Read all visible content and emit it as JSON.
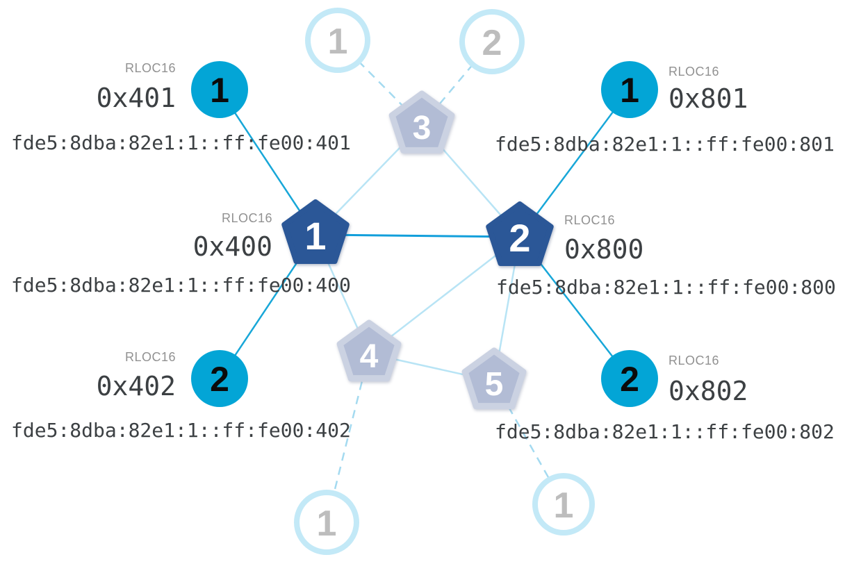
{
  "diagram": {
    "palette": {
      "router_fill": "#2B5797",
      "child_fill": "#03A5D6",
      "inactive_pentagon_fill": "#B2BCD5",
      "inactive_pentagon_stroke": "#CBD2E2",
      "inactive_circle_stroke": "#C3E9F7",
      "inactive_number_color": "#BDBDBD",
      "child_link": "#18A7D8",
      "router_link": "#129FDB",
      "inactive_link": "#B8E4F5",
      "dashed_link": "#A4DAF0",
      "label_muted": "#919191",
      "label_dark": "#3C4043"
    },
    "routers": [
      {
        "number": "1",
        "rloc16_label": "RLOC16",
        "rloc16": "0x400",
        "ipv6": "fde5:8dba:82e1:1::ff:fe00:400"
      },
      {
        "number": "2",
        "rloc16_label": "RLOC16",
        "rloc16": "0x800",
        "ipv6": "fde5:8dba:82e1:1::ff:fe00:800"
      }
    ],
    "children": [
      {
        "number": "1",
        "rloc16_label": "RLOC16",
        "rloc16": "0x401",
        "ipv6": "fde5:8dba:82e1:1::ff:fe00:401"
      },
      {
        "number": "2",
        "rloc16_label": "RLOC16",
        "rloc16": "0x402",
        "ipv6": "fde5:8dba:82e1:1::ff:fe00:402"
      },
      {
        "number": "1",
        "rloc16_label": "RLOC16",
        "rloc16": "0x801",
        "ipv6": "fde5:8dba:82e1:1::ff:fe00:801"
      },
      {
        "number": "2",
        "rloc16_label": "RLOC16",
        "rloc16": "0x802",
        "ipv6": "fde5:8dba:82e1:1::ff:fe00:802"
      }
    ],
    "inactive_routers": [
      {
        "number": "3"
      },
      {
        "number": "4"
      },
      {
        "number": "5"
      }
    ],
    "inactive_children": [
      {
        "number": "1"
      },
      {
        "number": "2"
      },
      {
        "number": "1"
      },
      {
        "number": "1"
      }
    ]
  }
}
